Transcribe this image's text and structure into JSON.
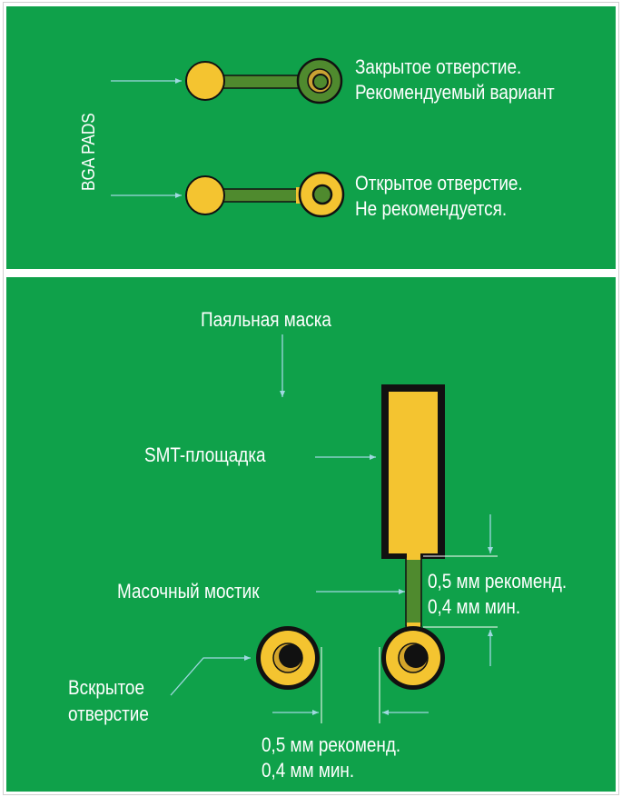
{
  "bga": {
    "side_label": "BGA PADS",
    "closed_via": {
      "line1": "Закрытое отверстие.",
      "line2": "Рекомендуемый вариант"
    },
    "open_via": {
      "line1": "Открытое отверстие.",
      "line2": "Не рекомендуется."
    }
  },
  "smt": {
    "solder_mask_label": "Паяльная маска",
    "smt_pad_label": "SMT-площадка",
    "mask_bridge_label": "Масочный мостик",
    "opened_via": {
      "line1": "Вскрытое",
      "line2": "отверстие"
    },
    "bridge_spec": {
      "line1": "0,5 мм рекоменд.",
      "line2": "0,4 мм мин."
    },
    "spacing_spec": {
      "line1": "0,5 мм рекоменд.",
      "line2": "0,4 мм мин."
    }
  },
  "colors": {
    "board_green": "#0fa14a",
    "mask_olive": "#4f8a2e",
    "copper_yellow": "#f4c430",
    "outline": "#111111",
    "annotation_blue": "#9fd8e0"
  }
}
